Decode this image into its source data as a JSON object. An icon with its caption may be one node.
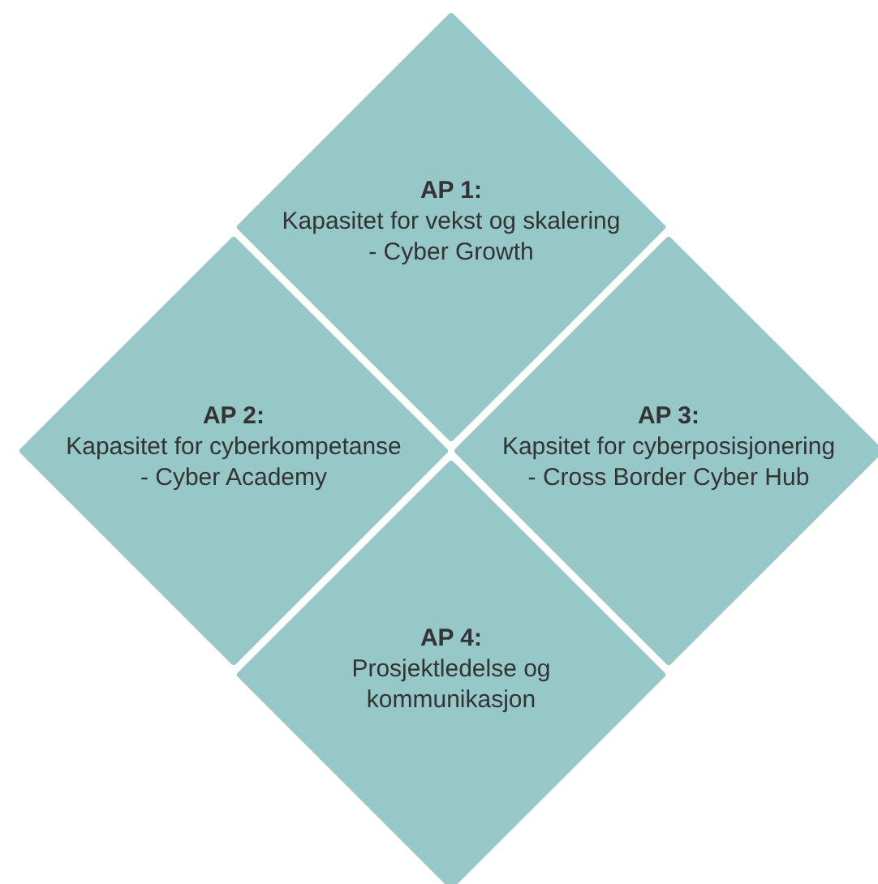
{
  "diagram": {
    "nodes": [
      {
        "text": [
          "AP 1:",
          "Kapasitet for vekst og skalering - Cyber Growth"
        ]
      },
      {
        "text": [
          "AP 2:",
          "Kapasitet for cyberkompetanse - Cyber Academy"
        ]
      },
      {
        "text": [
          "AP 3:",
          "Kapsitet for cyberposisjonering - Cross Border Cyber Hub"
        ]
      },
      {
        "text": [
          "AP 4:",
          "Prosjektledelse og kommunikasjon"
        ]
      }
    ]
  }
}
